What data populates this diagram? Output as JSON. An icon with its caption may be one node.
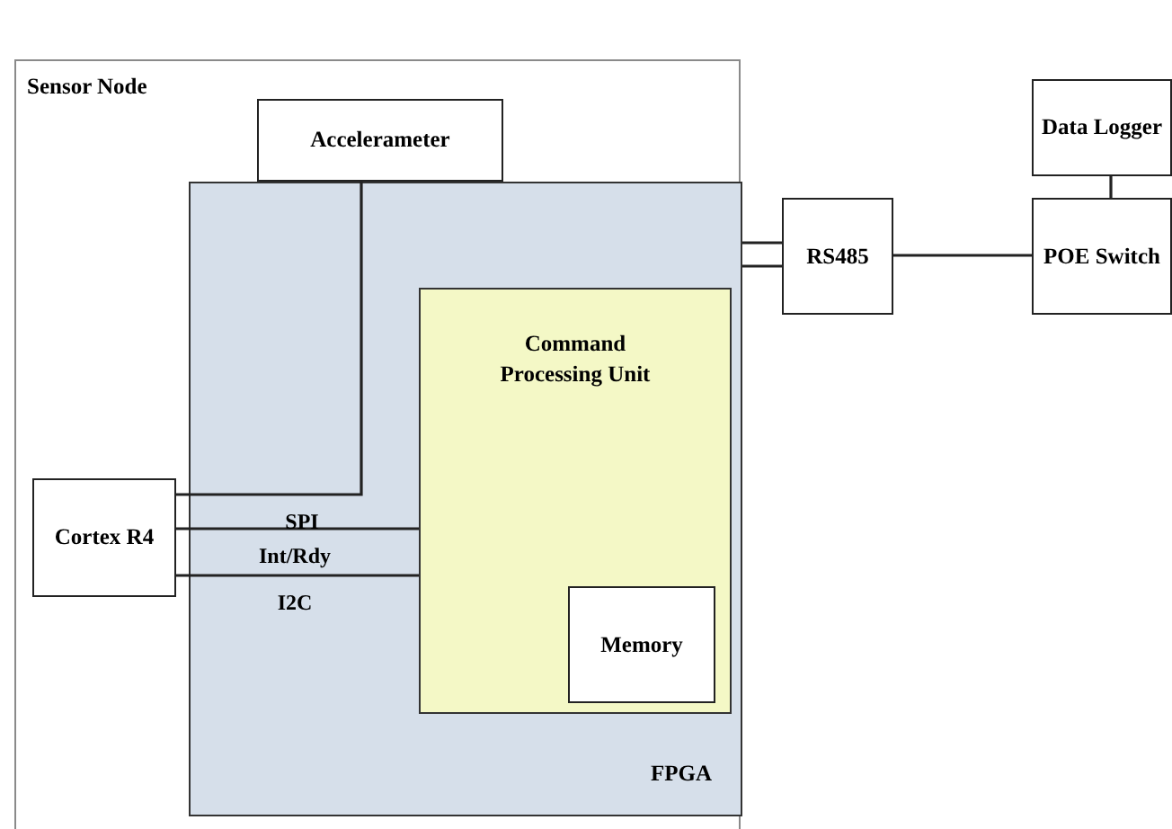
{
  "diagram": {
    "nodes": [
      {
        "text": [
          "Sensor Node"
        ]
      },
      {
        "text": [
          "Accelerameter"
        ],
        "in": 0
      },
      {
        "text": [
          "FPGA"
        ],
        "in": 0
      },
      {
        "text": [
          "Command Processing Unit"
        ],
        "in": 2
      },
      {
        "text": [
          "Memory"
        ],
        "in": 3
      },
      {
        "text": [
          "Cortex R4"
        ],
        "in": 0
      },
      {
        "text": [
          "RS485"
        ]
      },
      {
        "text": [
          "Data Logger"
        ]
      },
      {
        "text": [
          "POE Switch"
        ]
      }
    ],
    "edges": [
      {
        "from": 1,
        "to": 5,
        "arrow": "none",
        "label": "SPI"
      },
      {
        "from": 5,
        "to": 3,
        "arrow": "none",
        "label": "Int/Rdy"
      },
      {
        "from": 5,
        "to": 3,
        "arrow": "none",
        "label": "I2C"
      },
      {
        "from": 2,
        "to": 6,
        "arrow": "none"
      },
      {
        "from": 2,
        "to": 6,
        "arrow": "none"
      },
      {
        "from": 6,
        "to": 8,
        "arrow": "none"
      },
      {
        "from": 7,
        "to": 8,
        "arrow": "none"
      }
    ]
  }
}
